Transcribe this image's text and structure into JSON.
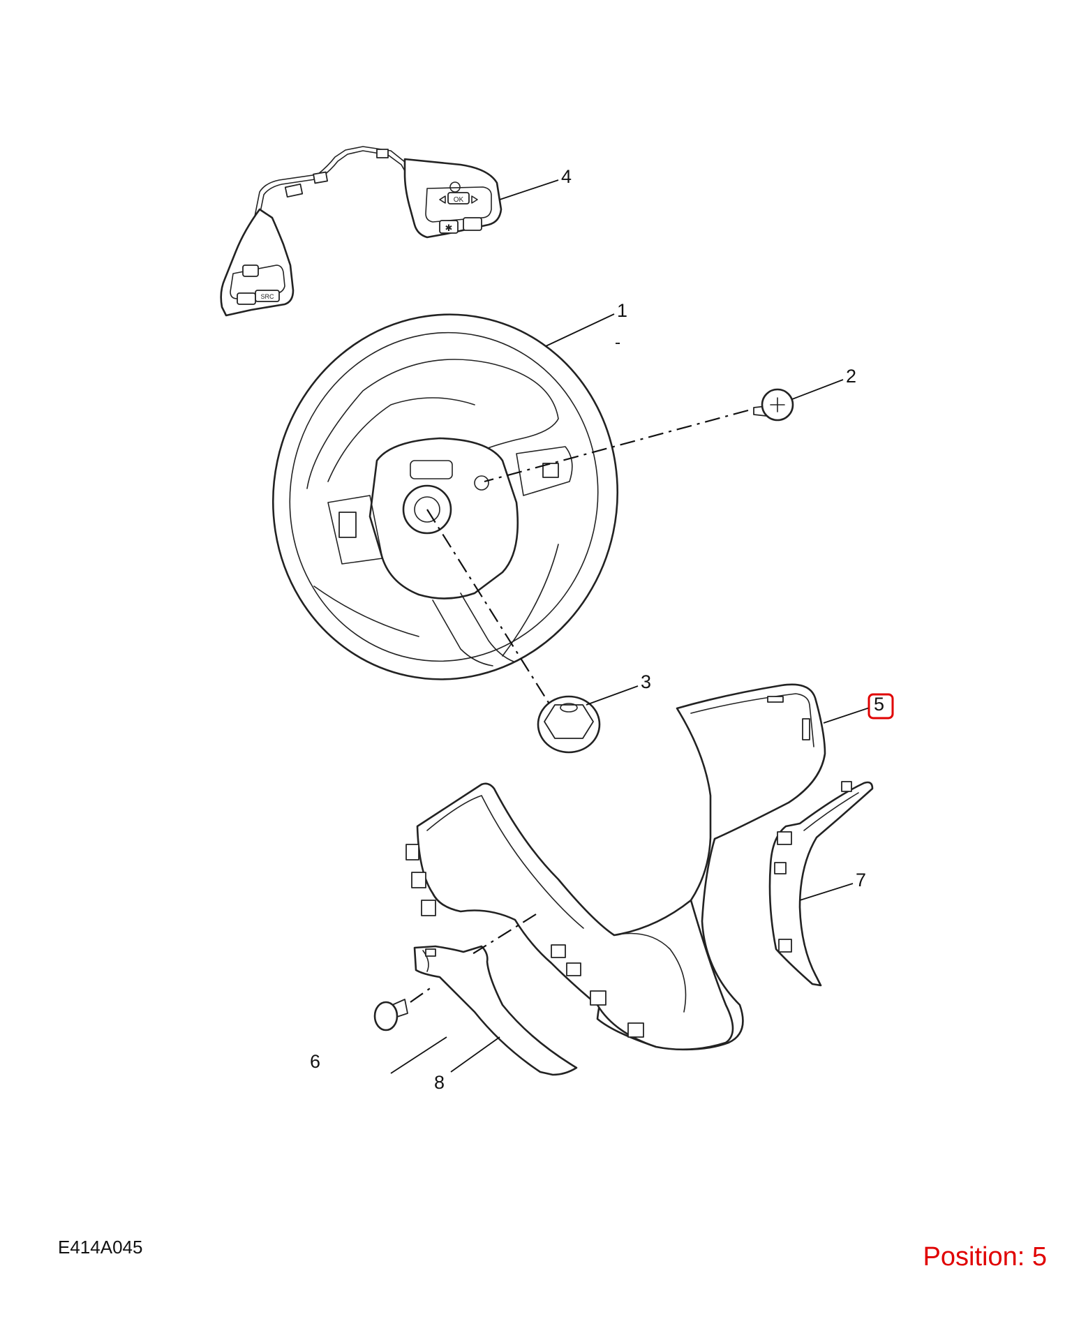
{
  "figure_code": "E414A045",
  "position_label": "Position: 5",
  "highlight_color": "#e00000",
  "selected_callout": "5",
  "callouts": [
    {
      "id": "callout-1",
      "label": "1"
    },
    {
      "id": "callout-2",
      "label": "2"
    },
    {
      "id": "callout-3",
      "label": "3"
    },
    {
      "id": "callout-4",
      "label": "4"
    },
    {
      "id": "callout-5",
      "label": "5"
    },
    {
      "id": "callout-6",
      "label": "6"
    },
    {
      "id": "callout-7",
      "label": "7"
    },
    {
      "id": "callout-8",
      "label": "8"
    }
  ],
  "button_glyphs": {
    "ok": "OK",
    "src": "SRC",
    "star": "✱"
  }
}
